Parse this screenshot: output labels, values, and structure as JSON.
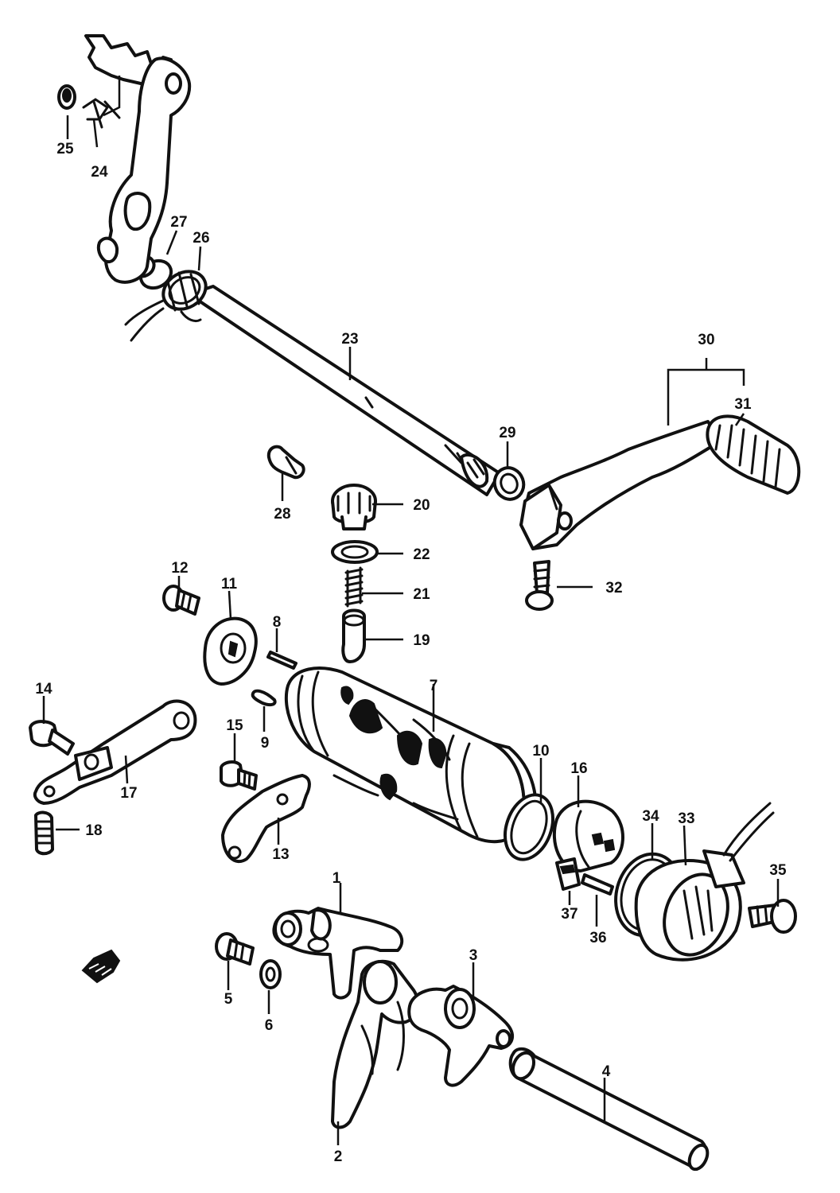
{
  "parts": [
    {
      "id": "p1",
      "label": "1"
    },
    {
      "id": "p2",
      "label": "2"
    },
    {
      "id": "p3",
      "label": "3"
    },
    {
      "id": "p4",
      "label": "4"
    },
    {
      "id": "p5",
      "label": "5"
    },
    {
      "id": "p6",
      "label": "6"
    },
    {
      "id": "p7",
      "label": "7"
    },
    {
      "id": "p8",
      "label": "8"
    },
    {
      "id": "p9",
      "label": "9"
    },
    {
      "id": "p10",
      "label": "10"
    },
    {
      "id": "p11",
      "label": "11"
    },
    {
      "id": "p12",
      "label": "12"
    },
    {
      "id": "p13",
      "label": "13"
    },
    {
      "id": "p14",
      "label": "14"
    },
    {
      "id": "p15",
      "label": "15"
    },
    {
      "id": "p16",
      "label": "16"
    },
    {
      "id": "p17",
      "label": "17"
    },
    {
      "id": "p18",
      "label": "18"
    },
    {
      "id": "p19",
      "label": "19"
    },
    {
      "id": "p20",
      "label": "20"
    },
    {
      "id": "p21",
      "label": "21"
    },
    {
      "id": "p22",
      "label": "22"
    },
    {
      "id": "p23",
      "label": "23"
    },
    {
      "id": "p24",
      "label": "24"
    },
    {
      "id": "p25",
      "label": "25"
    },
    {
      "id": "p26",
      "label": "26"
    },
    {
      "id": "p27",
      "label": "27"
    },
    {
      "id": "p28",
      "label": "28"
    },
    {
      "id": "p29",
      "label": "29"
    },
    {
      "id": "p30",
      "label": "30"
    },
    {
      "id": "p31",
      "label": "31"
    },
    {
      "id": "p32",
      "label": "32"
    },
    {
      "id": "p33",
      "label": "33"
    },
    {
      "id": "p34",
      "label": "34"
    },
    {
      "id": "p35",
      "label": "35"
    },
    {
      "id": "p36",
      "label": "36"
    },
    {
      "id": "p37",
      "label": "37"
    }
  ]
}
